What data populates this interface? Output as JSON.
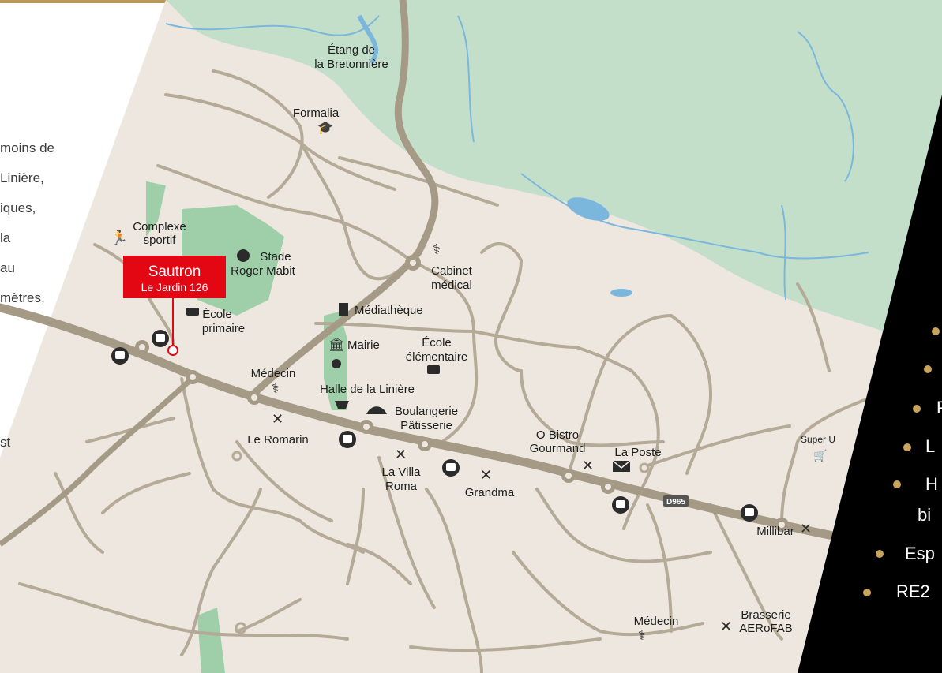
{
  "left_text": {
    "lines": [
      "moins de",
      "Linière,",
      "iques,",
      "la",
      "au",
      "mètres,",
      "st"
    ]
  },
  "marker": {
    "title": "Sautron",
    "subtitle": "Le Jardin 126"
  },
  "places": {
    "etang_line1": "Étang de",
    "etang_line2": "la Bretonnière",
    "formalia": "Formalia",
    "complexe_line1": "Complexe",
    "complexe_line2": "sportif",
    "stade_line1": "Stade",
    "stade_line2": "Roger Mabit",
    "cabinet_line1": "Cabinet",
    "cabinet_line2": "médical",
    "mediatheque": "Médiathèque",
    "ecole_primaire_line1": "École",
    "ecole_primaire_line2": "primaire",
    "mairie": "Mairie",
    "ecole_elem_line1": "École",
    "ecole_elem_line2": "élémentaire",
    "medecin1": "Médecin",
    "halle": "Halle de la Linière",
    "boulangerie_line1": "Boulangerie",
    "boulangerie_line2": "Pâtisserie",
    "le_romarin": "Le Romarin",
    "villa_line1": "La Villa",
    "villa_line2": "Roma",
    "grandma": "Grandma",
    "bistro_line1": "O Bistro",
    "bistro_line2": "Gourmand",
    "la_poste": "La Poste",
    "super_u": "Super U",
    "d965": "D965",
    "millibar": "Millibar",
    "medecin2": "Médecin",
    "brasserie_line1": "Brasserie",
    "brasserie_line2": "AERoFAB"
  },
  "right_text": {
    "lines": [
      "P",
      "L",
      "H",
      "bi",
      "Esp",
      "RE2"
    ]
  },
  "colors": {
    "land": "#ede7df",
    "water_area": "#c3dfca",
    "park": "#9fcfa9",
    "road": "#b4aa97",
    "main_road": "#a59a86",
    "river": "#7bb7dc",
    "marker_red": "#e30613",
    "black_panel": "#000000",
    "bullet": "#c9a45c"
  }
}
